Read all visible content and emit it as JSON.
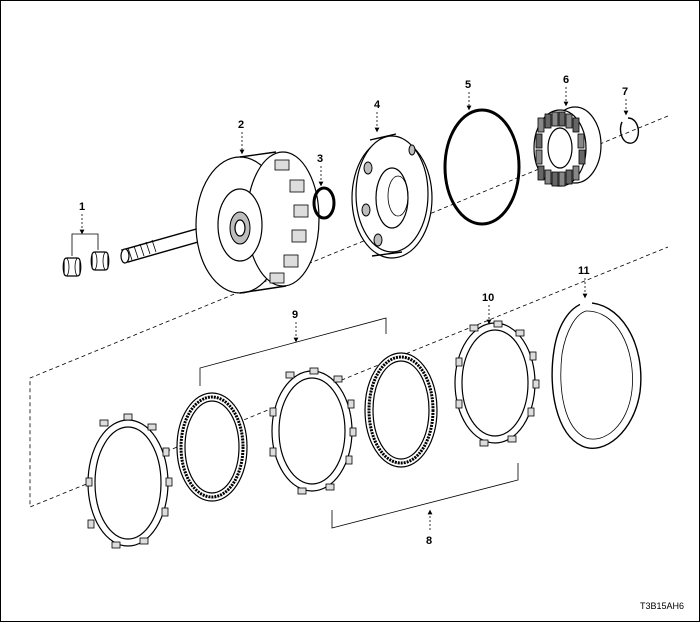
{
  "callouts": {
    "c1": "1",
    "c2": "2",
    "c3": "3",
    "c4": "4",
    "c5": "5",
    "c6": "6",
    "c7": "7",
    "c8": "8",
    "c9": "9",
    "c10": "10",
    "c11": "11"
  },
  "reference_code": "T3B15AH6"
}
